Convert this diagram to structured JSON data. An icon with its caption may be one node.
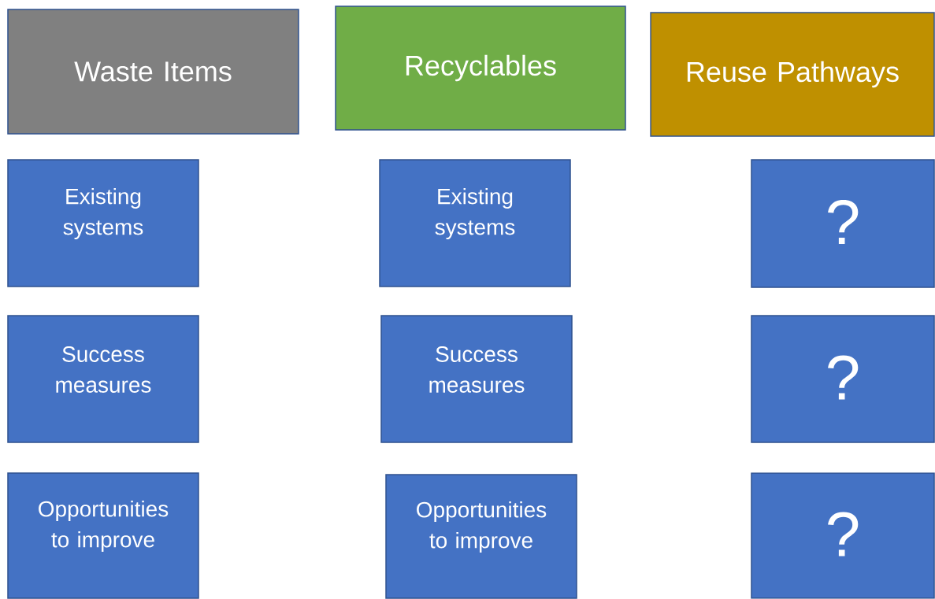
{
  "diagram": {
    "nodes": [
      {
        "text": [
          "Waste Items"
        ]
      },
      {
        "text": [
          "Recyclables"
        ]
      },
      {
        "text": [
          "Reuse Pathways"
        ]
      },
      {
        "text": [
          "Existing systems"
        ]
      },
      {
        "text": [
          "Existing systems"
        ]
      },
      {
        "text": [
          "?"
        ]
      },
      {
        "text": [
          "Success measures"
        ]
      },
      {
        "text": [
          "Success measures"
        ]
      },
      {
        "text": [
          "?"
        ]
      },
      {
        "text": [
          "Opportunities to improve"
        ]
      },
      {
        "text": [
          "Opportunities to improve"
        ]
      },
      {
        "text": [
          "?"
        ]
      }
    ]
  }
}
